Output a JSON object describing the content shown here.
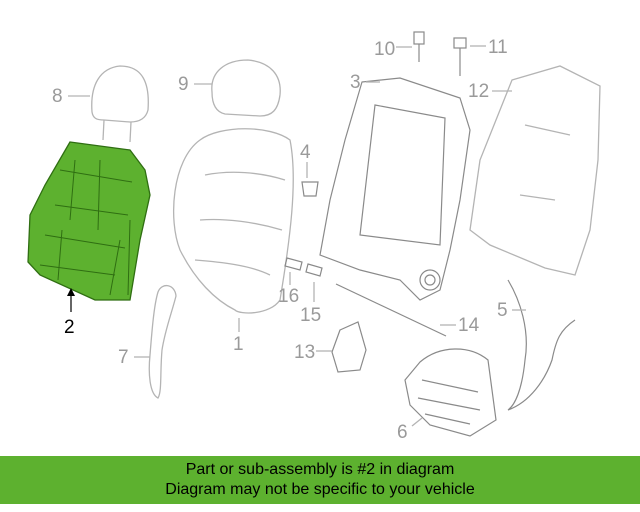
{
  "diagram": {
    "callouts": {
      "c1": "1",
      "c2": "2",
      "c3": "3",
      "c4": "4",
      "c5": "5",
      "c6": "6",
      "c7": "7",
      "c8": "8",
      "c9": "9",
      "c10": "10",
      "c11": "11",
      "c12": "12",
      "c13": "13",
      "c14": "14",
      "c15": "15",
      "c16": "16"
    },
    "highlight_color": "#5db12f",
    "highlighted_part": "2"
  },
  "banner": {
    "line1": "Part or sub-assembly is #2 in diagram",
    "line2": "Diagram may not be specific to your vehicle",
    "background": "#5db12f"
  }
}
